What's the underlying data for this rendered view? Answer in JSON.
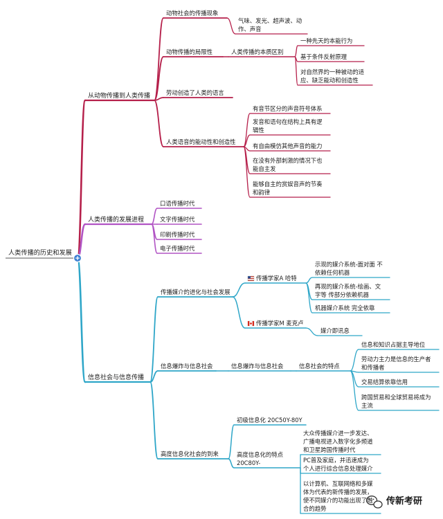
{
  "colors": {
    "red": "#b51f4a",
    "purple": "#b154c4",
    "cyan": "#2ea6c8",
    "root_icon": "#3c7fd2"
  },
  "mindmap": {
    "root": "人类传播的历史和发展",
    "branches": [
      {
        "key": "a",
        "label": "从动物传播到人类传播",
        "children": [
          {
            "key": "a1",
            "label": "动物社会的传播现象",
            "children": [
              {
                "key": "a1a",
                "lines": [
                  "气味、发光、超声波、动",
                  "作、声音"
                ]
              }
            ]
          },
          {
            "key": "a2",
            "label": "动物传播的局限性",
            "children": [
              {
                "key": "a2a",
                "label": "人类传播的本质区别",
                "children": [
                  {
                    "key": "a2a1",
                    "lines": [
                      "一种先天的本能行为"
                    ]
                  },
                  {
                    "key": "a2a2",
                    "lines": [
                      "基于条件反射原理"
                    ]
                  },
                  {
                    "key": "a2a3",
                    "lines": [
                      "对自然界的一种被动的适",
                      "应、缺乏能动和创造性"
                    ]
                  }
                ]
              }
            ]
          },
          {
            "key": "a3",
            "label": "劳动创造了人类的语言"
          },
          {
            "key": "a4",
            "label": "人类语音的能动性和创造性",
            "children": [
              {
                "key": "a4a",
                "lines": [
                  "有音节区分的声音符号体系"
                ]
              },
              {
                "key": "a4b",
                "lines": [
                  "发音和语句在结构上具有逻",
                  "辑性"
                ]
              },
              {
                "key": "a4c",
                "lines": [
                  "有自由模仿其他声音的能力"
                ]
              },
              {
                "key": "a4d",
                "lines": [
                  "在没有外部刺激的情况下也",
                  "能自主发"
                ]
              },
              {
                "key": "a4e",
                "lines": [
                  "能够自主的赏娱音声的节奏",
                  "和韵律"
                ]
              }
            ]
          }
        ]
      },
      {
        "key": "b",
        "label": "人类传播的发展进程",
        "children": [
          {
            "key": "b1",
            "label": "口语传播时代"
          },
          {
            "key": "b2",
            "label": "文字传播时代"
          },
          {
            "key": "b3",
            "label": "印刷传播时代"
          },
          {
            "key": "b4",
            "label": "电子传播时代"
          }
        ]
      },
      {
        "key": "c",
        "label": "信息社会与信息传播",
        "children": [
          {
            "key": "c1",
            "label": "传播媒介的进化与社会发展",
            "children": [
              {
                "key": "c1a",
                "label": "传播学家A 哈特",
                "flag": "us-flag-icon",
                "children": [
                  {
                    "key": "c1a1",
                    "lines": [
                      "示现的媒介系统-面对面 不",
                      "依赖任何机器"
                    ]
                  },
                  {
                    "key": "c1a2",
                    "lines": [
                      "再现的媒介系统-绘画、文",
                      "字等 传部分依赖机器"
                    ]
                  },
                  {
                    "key": "c1a3",
                    "lines": [
                      "机器媒介系统 完全依靠"
                    ]
                  }
                ]
              },
              {
                "key": "c1b",
                "label": "传播学家M 麦克卢",
                "flag": "canada-flag-icon",
                "children": [
                  {
                    "key": "c1b1",
                    "lines": [
                      "媒介即讯息"
                    ]
                  }
                ]
              }
            ]
          },
          {
            "key": "c2",
            "label": "信息爆炸与信息社会",
            "children": [
              {
                "key": "c2a",
                "label": "信息爆炸与信息社会",
                "children": [
                  {
                    "key": "c2a1",
                    "label": "信息社会的特点",
                    "children": [
                      {
                        "key": "c2a1a",
                        "lines": [
                          "信息和知识占据主导地位"
                        ]
                      },
                      {
                        "key": "c2a1b",
                        "lines": [
                          "劳动力主力是信息的生产者",
                          "和传播者"
                        ]
                      },
                      {
                        "key": "c2a1c",
                        "lines": [
                          "交易结算依靠信用"
                        ]
                      },
                      {
                        "key": "c2a1d",
                        "lines": [
                          "跨国贸易和全球贸易将成为",
                          "主流"
                        ]
                      }
                    ]
                  }
                ]
              }
            ]
          },
          {
            "key": "c3",
            "label": "高度信息化社会的到来",
            "children": [
              {
                "key": "c3a",
                "lines": [
                  "初级信息化 20C50Y-80Y"
                ]
              },
              {
                "key": "c3b",
                "lines": [
                  "高度信息化的特点",
                  "20C80Y-"
                ],
                "children": [
                  {
                    "key": "c3b1",
                    "lines": [
                      "大众传播媒介进一步发达、",
                      "广播电视进入数字化多频道",
                      "和卫星跨国传播时代"
                    ]
                  },
                  {
                    "key": "c3b2",
                    "lines": [
                      "PC普及家庭，并迅速成为",
                      "个人进行综合信息处理媒介"
                    ]
                  },
                  {
                    "key": "c3b3",
                    "lines": [
                      "以计算机、互联网络和多媒",
                      "体为代表的新传播的发展，",
                      "使不同媒介的功能出现了融",
                      "合的趋势"
                    ]
                  }
                ]
              }
            ]
          }
        ]
      }
    ]
  },
  "watermark": {
    "text": "传新考研",
    "icon": "wechat-icon"
  }
}
